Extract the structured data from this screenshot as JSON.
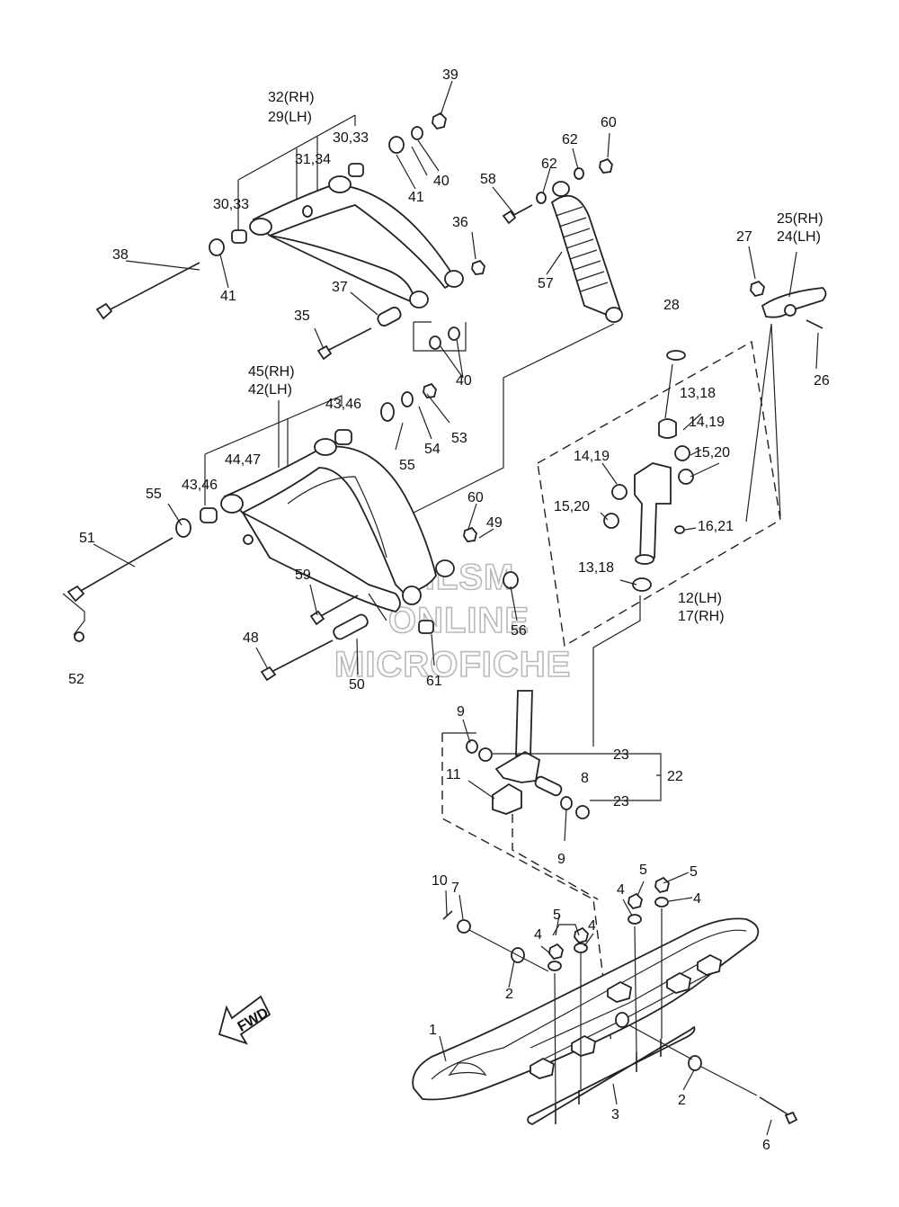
{
  "watermark": {
    "line1": "HLSM",
    "line2": "ONLINE",
    "line3": "MICROFICHE"
  },
  "fwd_label": "FWD",
  "callouts": {
    "c39": "39",
    "c32": "32(RH)",
    "c29": "29(LH)",
    "c30a": "30,33",
    "c31": "31,34",
    "c30b": "30,33",
    "c41a": "41",
    "c40a": "40",
    "c58": "58",
    "c62a": "62",
    "c62b": "62",
    "c60a": "60",
    "c38": "38",
    "c41b": "41",
    "c36": "36",
    "c37": "37",
    "c35": "35",
    "c40b": "40",
    "c57": "57",
    "c25": "25(RH)",
    "c24": "24(LH)",
    "c27": "27",
    "c26": "26",
    "c28": "28",
    "c45": "45(RH)",
    "c42": "42(LH)",
    "c43a": "43,46",
    "c44": "44,47",
    "c55a": "55",
    "c54": "54",
    "c53": "53",
    "c43b": "43,46",
    "c55b": "55",
    "c60b": "60",
    "c49": "49",
    "c51": "51",
    "c59": "59",
    "c56": "56",
    "c52": "52",
    "c48": "48",
    "c50": "50",
    "c61": "61",
    "c1318a": "13,18",
    "c1419a": "14,19",
    "c1419b": "14,19",
    "c1520a": "15,20",
    "c1520b": "15,20",
    "c1621": "16,21",
    "c1318b": "13,18",
    "c12": "12(LH)",
    "c17": "17(RH)",
    "c9a": "9",
    "c23a": "23",
    "c22": "22",
    "c11": "11",
    "c8": "8",
    "c23b": "23",
    "c9b": "9",
    "c10": "10",
    "c7": "7",
    "c5a": "5",
    "c5b": "5",
    "c4a": "4",
    "c4b": "4",
    "c5c": "5",
    "c4c": "4",
    "c4d": "4",
    "c2a": "2",
    "c1": "1",
    "c2b": "2",
    "c3": "3",
    "c6": "6"
  }
}
